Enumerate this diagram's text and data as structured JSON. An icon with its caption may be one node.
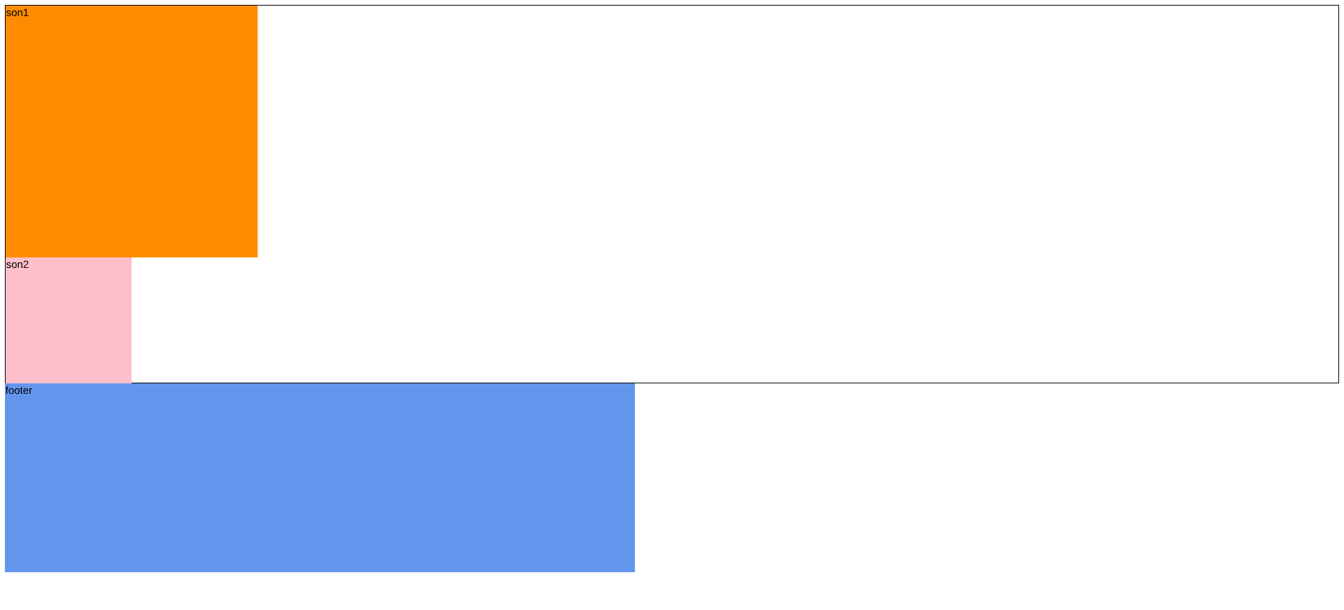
{
  "diagram": {
    "nodes": [
      {
        "text": [],
        "shape": "box"
      },
      {
        "text": [
          "son1"
        ],
        "in": 0
      },
      {
        "text": [
          "son2"
        ],
        "in": 0
      },
      {
        "text": [
          "footer"
        ]
      }
    ]
  }
}
